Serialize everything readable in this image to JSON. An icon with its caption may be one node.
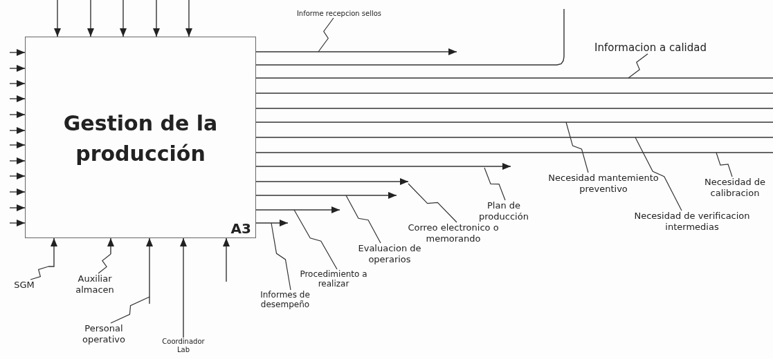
{
  "diagram": {
    "nodes": [
      {
        "text": [
          "Gestion de la producción",
          "A3"
        ]
      },
      {
        "text": [
          "Informe recepcion sellos"
        ]
      },
      {
        "text": [
          "Informacion a calidad"
        ]
      },
      {
        "text": [
          "Necesidad mantemiento preventivo"
        ]
      },
      {
        "text": [
          "Necesidad de calibracion"
        ]
      },
      {
        "text": [
          "Plan de producción"
        ]
      },
      {
        "text": [
          "Necesidad de verificacion intermedias"
        ]
      },
      {
        "text": [
          "Correo electronico o memorando"
        ]
      },
      {
        "text": [
          "Evaluacion de operarios"
        ]
      },
      {
        "text": [
          "Procedimiento a realizar"
        ]
      },
      {
        "text": [
          "SGM"
        ]
      },
      {
        "text": [
          "Auxiliar almacen"
        ]
      },
      {
        "text": [
          "Informes de desempeño"
        ]
      },
      {
        "text": [
          "Personal operativo"
        ]
      },
      {
        "text": [
          "Coordinador Lab"
        ]
      }
    ],
    "edges": [
      {
        "from": null,
        "to": 0,
        "arrow": "to"
      },
      {
        "from": null,
        "to": 0,
        "arrow": "to"
      },
      {
        "from": null,
        "to": 0,
        "arrow": "to"
      },
      {
        "from": null,
        "to": 0,
        "arrow": "to"
      },
      {
        "from": null,
        "to": 0,
        "arrow": "to"
      },
      {
        "from": null,
        "to": 0,
        "arrow": "to"
      },
      {
        "from": null,
        "to": 0,
        "arrow": "to"
      },
      {
        "from": null,
        "to": 0,
        "arrow": "to"
      },
      {
        "from": null,
        "to": 0,
        "arrow": "to"
      },
      {
        "from": null,
        "to": 0,
        "arrow": "to"
      },
      {
        "from": null,
        "to": 0,
        "arrow": "to"
      },
      {
        "from": null,
        "to": 0,
        "arrow": "to"
      },
      {
        "from": null,
        "to": 0,
        "arrow": "to"
      },
      {
        "from": null,
        "to": 0,
        "arrow": "to"
      },
      {
        "from": null,
        "to": 0,
        "arrow": "to"
      },
      {
        "from": null,
        "to": 0,
        "arrow": "to"
      },
      {
        "from": null,
        "to": 0,
        "arrow": "to"
      },
      {
        "from": 0,
        "to": null,
        "arrow": "to"
      },
      {
        "from": 0,
        "to": null,
        "arrow": "none"
      },
      {
        "from": 0,
        "to": null,
        "arrow": "none"
      },
      {
        "from": 0,
        "to": null,
        "arrow": "none"
      },
      {
        "from": 0,
        "to": null,
        "arrow": "none"
      },
      {
        "from": 0,
        "to": null,
        "arrow": "none"
      },
      {
        "from": 0,
        "to": null,
        "arrow": "none"
      },
      {
        "from": 0,
        "to": null,
        "arrow": "none"
      },
      {
        "from": 0,
        "to": null,
        "arrow": "to"
      },
      {
        "from": 0,
        "to": null,
        "arrow": "to"
      },
      {
        "from": 0,
        "to": null,
        "arrow": "to"
      },
      {
        "from": 0,
        "to": null,
        "arrow": "to"
      },
      {
        "from": 0,
        "to": null,
        "arrow": "to"
      },
      {
        "from": null,
        "to": 0,
        "arrow": "to"
      },
      {
        "from": null,
        "to": 0,
        "arrow": "to"
      },
      {
        "from": null,
        "to": 0,
        "arrow": "to"
      },
      {
        "from": 14,
        "to": 0,
        "arrow": "to"
      },
      {
        "from": null,
        "to": 0,
        "arrow": "to"
      },
      {
        "from": 1,
        "to": null,
        "arrow": "none"
      },
      {
        "from": 2,
        "to": null,
        "arrow": "none"
      },
      {
        "from": 3,
        "to": null,
        "arrow": "none"
      },
      {
        "from": 4,
        "to": null,
        "arrow": "none"
      },
      {
        "from": 5,
        "to": null,
        "arrow": "none"
      },
      {
        "from": 6,
        "to": null,
        "arrow": "none"
      },
      {
        "from": 7,
        "to": null,
        "arrow": "none"
      },
      {
        "from": 8,
        "to": null,
        "arrow": "none"
      },
      {
        "from": 9,
        "to": null,
        "arrow": "none"
      },
      {
        "from": 10,
        "to": null,
        "arrow": "none"
      },
      {
        "from": 11,
        "to": null,
        "arrow": "none"
      },
      {
        "from": 12,
        "to": null,
        "arrow": "none"
      },
      {
        "from": 13,
        "to": null,
        "arrow": "none"
      }
    ]
  }
}
